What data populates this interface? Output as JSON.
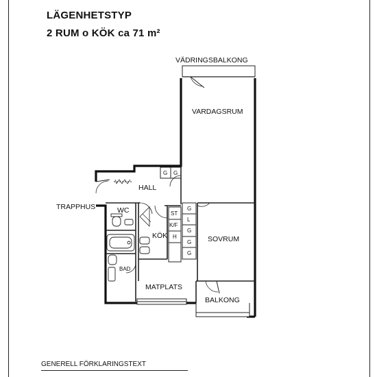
{
  "header": {
    "title": "LÄGENHETSTYP",
    "subtitle": "2 RUM o KÖK ca 71 m²"
  },
  "rooms": {
    "vadringsbalkong": "VÄDRINGSBALKONG",
    "vardagsrum": "VARDAGSRUM",
    "hall": "HALL",
    "trapphus": "TRAPPHUS",
    "wc": "WC",
    "kok": "KÖK",
    "sovrum": "SOVRUM",
    "bad": "BAD",
    "matplats": "MATPLATS",
    "balkong": "BALKONG"
  },
  "fixtures": {
    "hall_wardrobes": [
      "G",
      "G"
    ],
    "kitchen_units": [
      "ST",
      "K/F",
      "H"
    ],
    "bedroom_wardrobes": [
      "G",
      "L",
      "G",
      "G",
      "G"
    ]
  },
  "footer": {
    "legend_title": "GENERELL FÖRKLARINGSTEXT"
  }
}
